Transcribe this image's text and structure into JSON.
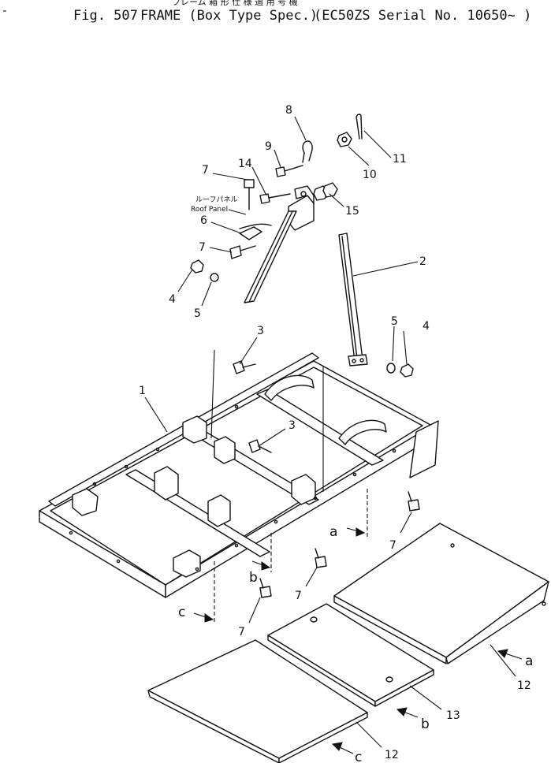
{
  "header": {
    "fig": "Fig. 507",
    "title": "FRAME (Box Type Spec.)",
    "serial": "(EC50ZS Serial No. 10650~ )",
    "jp_line": "フレーム 箱 形 仕 様 適 用 号 機"
  },
  "labels": {
    "roof_panel_jp": "ルーフパネル",
    "roof_panel": "Roof Panel"
  },
  "callouts": {
    "c1": "1",
    "c2": "2",
    "c3a": "3",
    "c3b": "3",
    "c4a": "4",
    "c4b": "4",
    "c5a": "5",
    "c5b": "5",
    "c6": "6",
    "c7a": "7",
    "c7b": "7",
    "c7c": "7",
    "c7d": "7",
    "c7e": "7",
    "c8": "8",
    "c9": "9",
    "c10": "10",
    "c11": "11",
    "c12a": "12",
    "c12b": "12",
    "c13": "13",
    "c14": "14",
    "c15": "15"
  },
  "view_letters": {
    "a1": "a",
    "a2": "a",
    "b1": "b",
    "b2": "b",
    "c1": "c",
    "c2": "c"
  }
}
